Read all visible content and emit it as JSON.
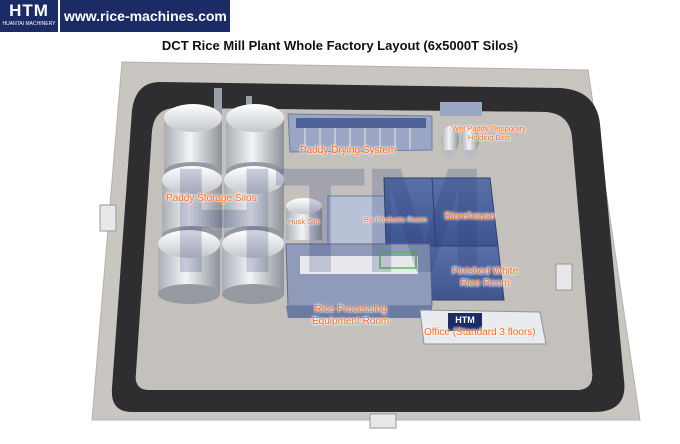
{
  "header": {
    "logo_text": "HTM",
    "logo_subtext": "HUANTAI MACHINERY",
    "website": "www.rice-machines.com"
  },
  "title": "DCT Rice Mill Plant Whole Factory Layout (6x5000T Silos)",
  "watermark": "HTM",
  "labels": {
    "paddy_drying_system": "Paddy Drying System",
    "wet_paddy_bins": "Wet Paddy Temporary Holding Bins",
    "wet_paddy_line1": "Wet Paddy Temporary",
    "wet_paddy_line2": "Holding Bins",
    "paddy_storage_silos": "Paddy Storage Silos",
    "husk_silo": "Husk Silo",
    "by_products_room": "By-Products Room",
    "storehouse": "Storehouse",
    "finished_white_rice_line1": "Finished White",
    "finished_white_rice_line2": "Rice Room",
    "rice_processing_line1": "Rice Processing",
    "rice_processing_line2": "Equipment Room",
    "office": "Office (Standard 3 floors)",
    "office_sign": "HTM"
  },
  "colors": {
    "brand_navy": "#1b2b66",
    "label_orange": "#ff6a1c",
    "road": "#2e2e30",
    "ground": "#c9c6c2"
  }
}
